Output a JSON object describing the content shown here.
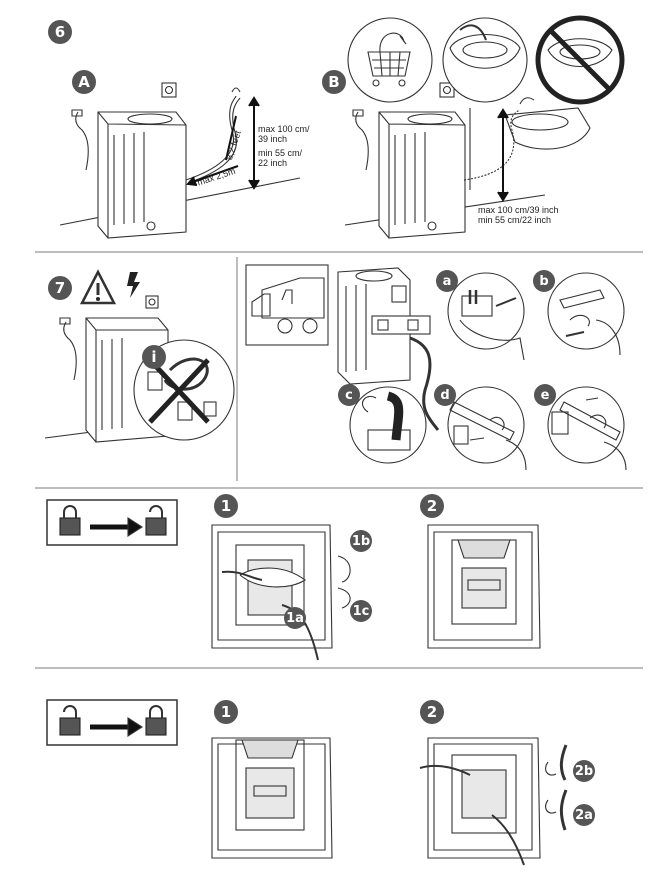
{
  "steps": {
    "s6": "6",
    "s7": "7",
    "a": "A",
    "b": "B",
    "info": "i",
    "sa": "a",
    "sb": "b",
    "sc": "c",
    "sd": "d",
    "se": "e",
    "u1": "1",
    "u2": "2",
    "u1a": "1a",
    "u1b": "1b",
    "u1c": "1c",
    "l1": "1",
    "l2": "2",
    "l2a": "2a",
    "l2b": "2b"
  },
  "labels": {
    "a_max2": "max 2,5m",
    "a_max100": "max 100 cm/",
    "a_39": "39 inch",
    "a_min55": "min 55 cm/",
    "a_22": "22 inch",
    "a_feet": "8,2 feet",
    "b_max": "max 100 cm/39 inch",
    "b_min": "min 55 cm/22 inch"
  },
  "colors": {
    "badge": "#555555",
    "line": "#333333",
    "divider": "#bdbdbd"
  }
}
